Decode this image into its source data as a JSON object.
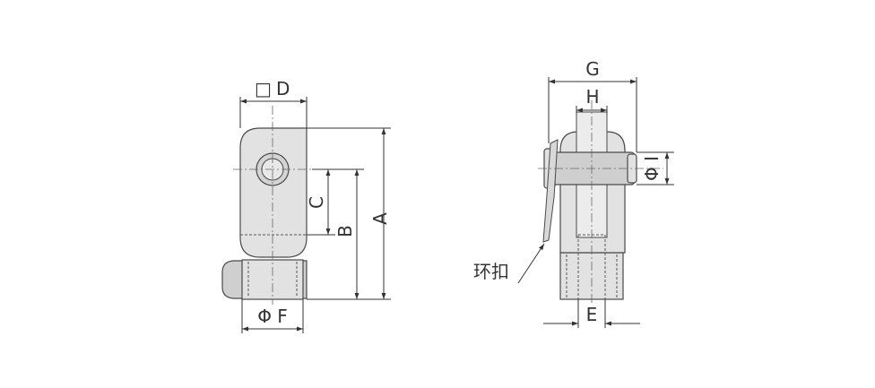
{
  "diagram": {
    "left_view": {
      "labels": {
        "square_symbol": "□",
        "d": "D",
        "a": "A",
        "b": "B",
        "c": "C",
        "phi_f": "Φ F"
      }
    },
    "right_view": {
      "labels": {
        "g": "G",
        "h": "H",
        "e": "E",
        "phi_i": "Φ I",
        "clip": "环扣"
      }
    }
  },
  "colors": {
    "body_fill": "#e2e2e2",
    "line": "#333333"
  }
}
